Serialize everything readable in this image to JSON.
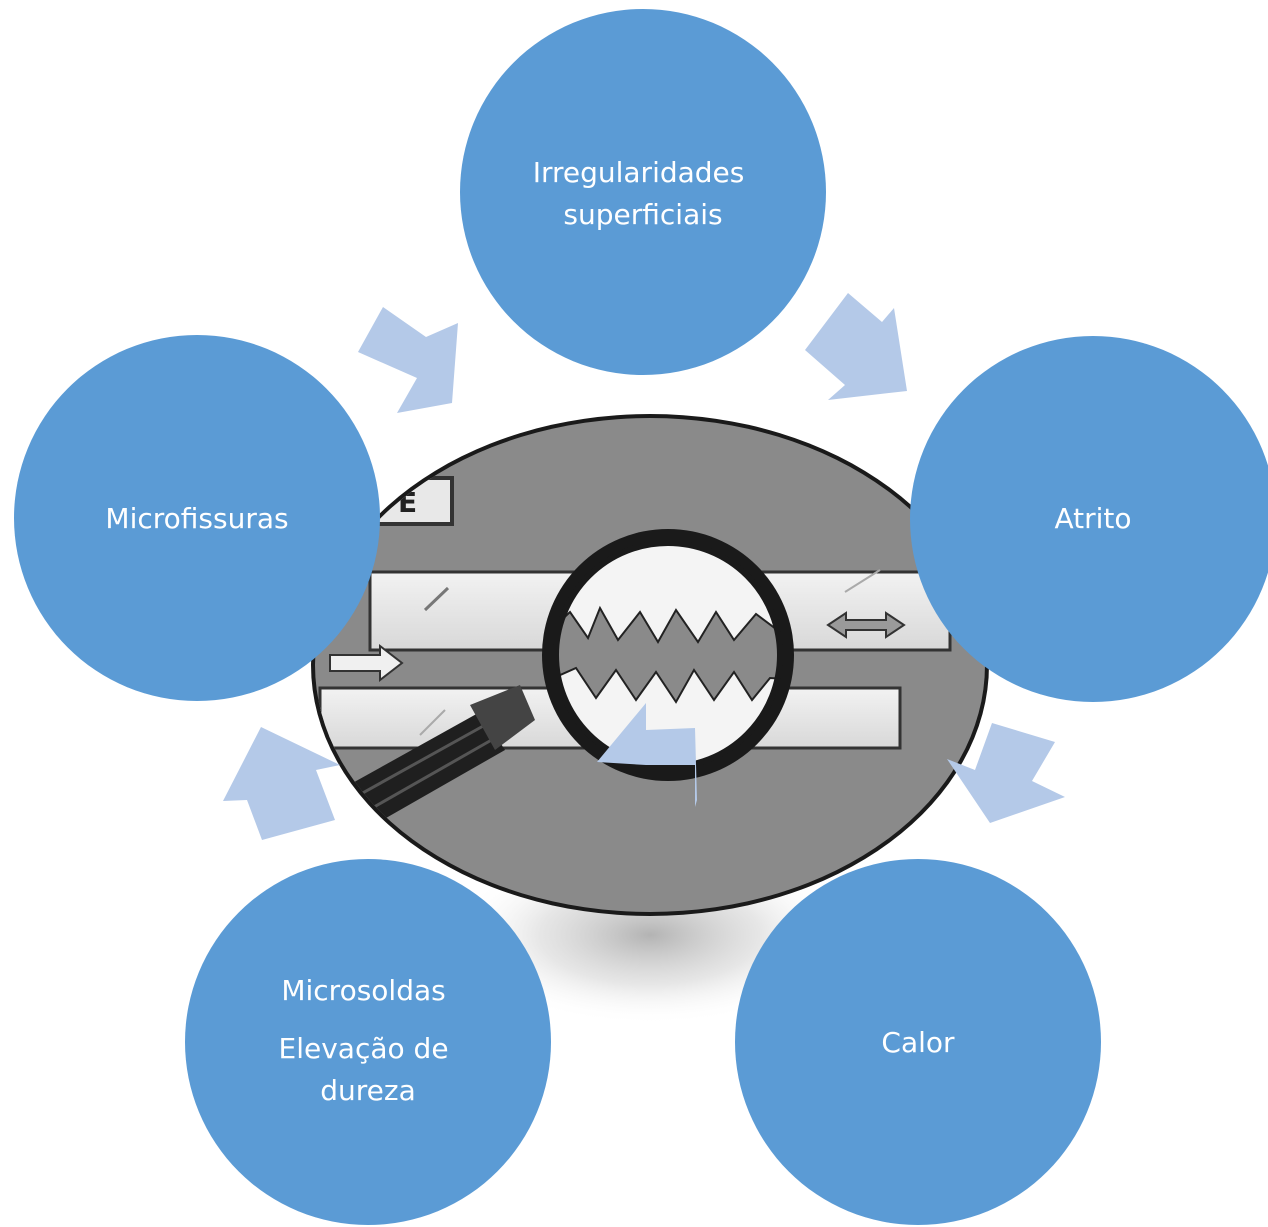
{
  "colors": {
    "node_fill": "#5b9bd5",
    "arrow_fill": "#b4c9e8",
    "node_text": "#ffffff",
    "photo_frame": "#1a1a1a",
    "photo_bg": "#8a8a8a"
  },
  "cycle": {
    "nodes": [
      {
        "id": "irregularidades",
        "lines": [
          "Irregularidades",
          "superficiais"
        ]
      },
      {
        "id": "atrito",
        "lines": [
          "Atrito"
        ]
      },
      {
        "id": "calor",
        "lines": [
          "Calor"
        ]
      },
      {
        "id": "microsoldas",
        "lines": [
          "Microsoldas",
          "Elevação de",
          "dureza"
        ]
      },
      {
        "id": "microfissuras",
        "lines": [
          "Microfissuras"
        ]
      }
    ],
    "arrows": [
      {
        "from": "irregularidades",
        "to": "atrito",
        "icon": "arrow-right-down-icon"
      },
      {
        "from": "atrito",
        "to": "calor",
        "icon": "arrow-down-icon"
      },
      {
        "from": "calor",
        "to": "microsoldas",
        "icon": "arrow-left-icon"
      },
      {
        "from": "microsoldas",
        "to": "microfissuras",
        "icon": "arrow-up-icon"
      },
      {
        "from": "microfissuras",
        "to": "irregularidades",
        "icon": "arrow-up-right-icon"
      }
    ]
  },
  "center_image": {
    "icon": "magnifying-glass-icon",
    "visible_text": "E"
  }
}
